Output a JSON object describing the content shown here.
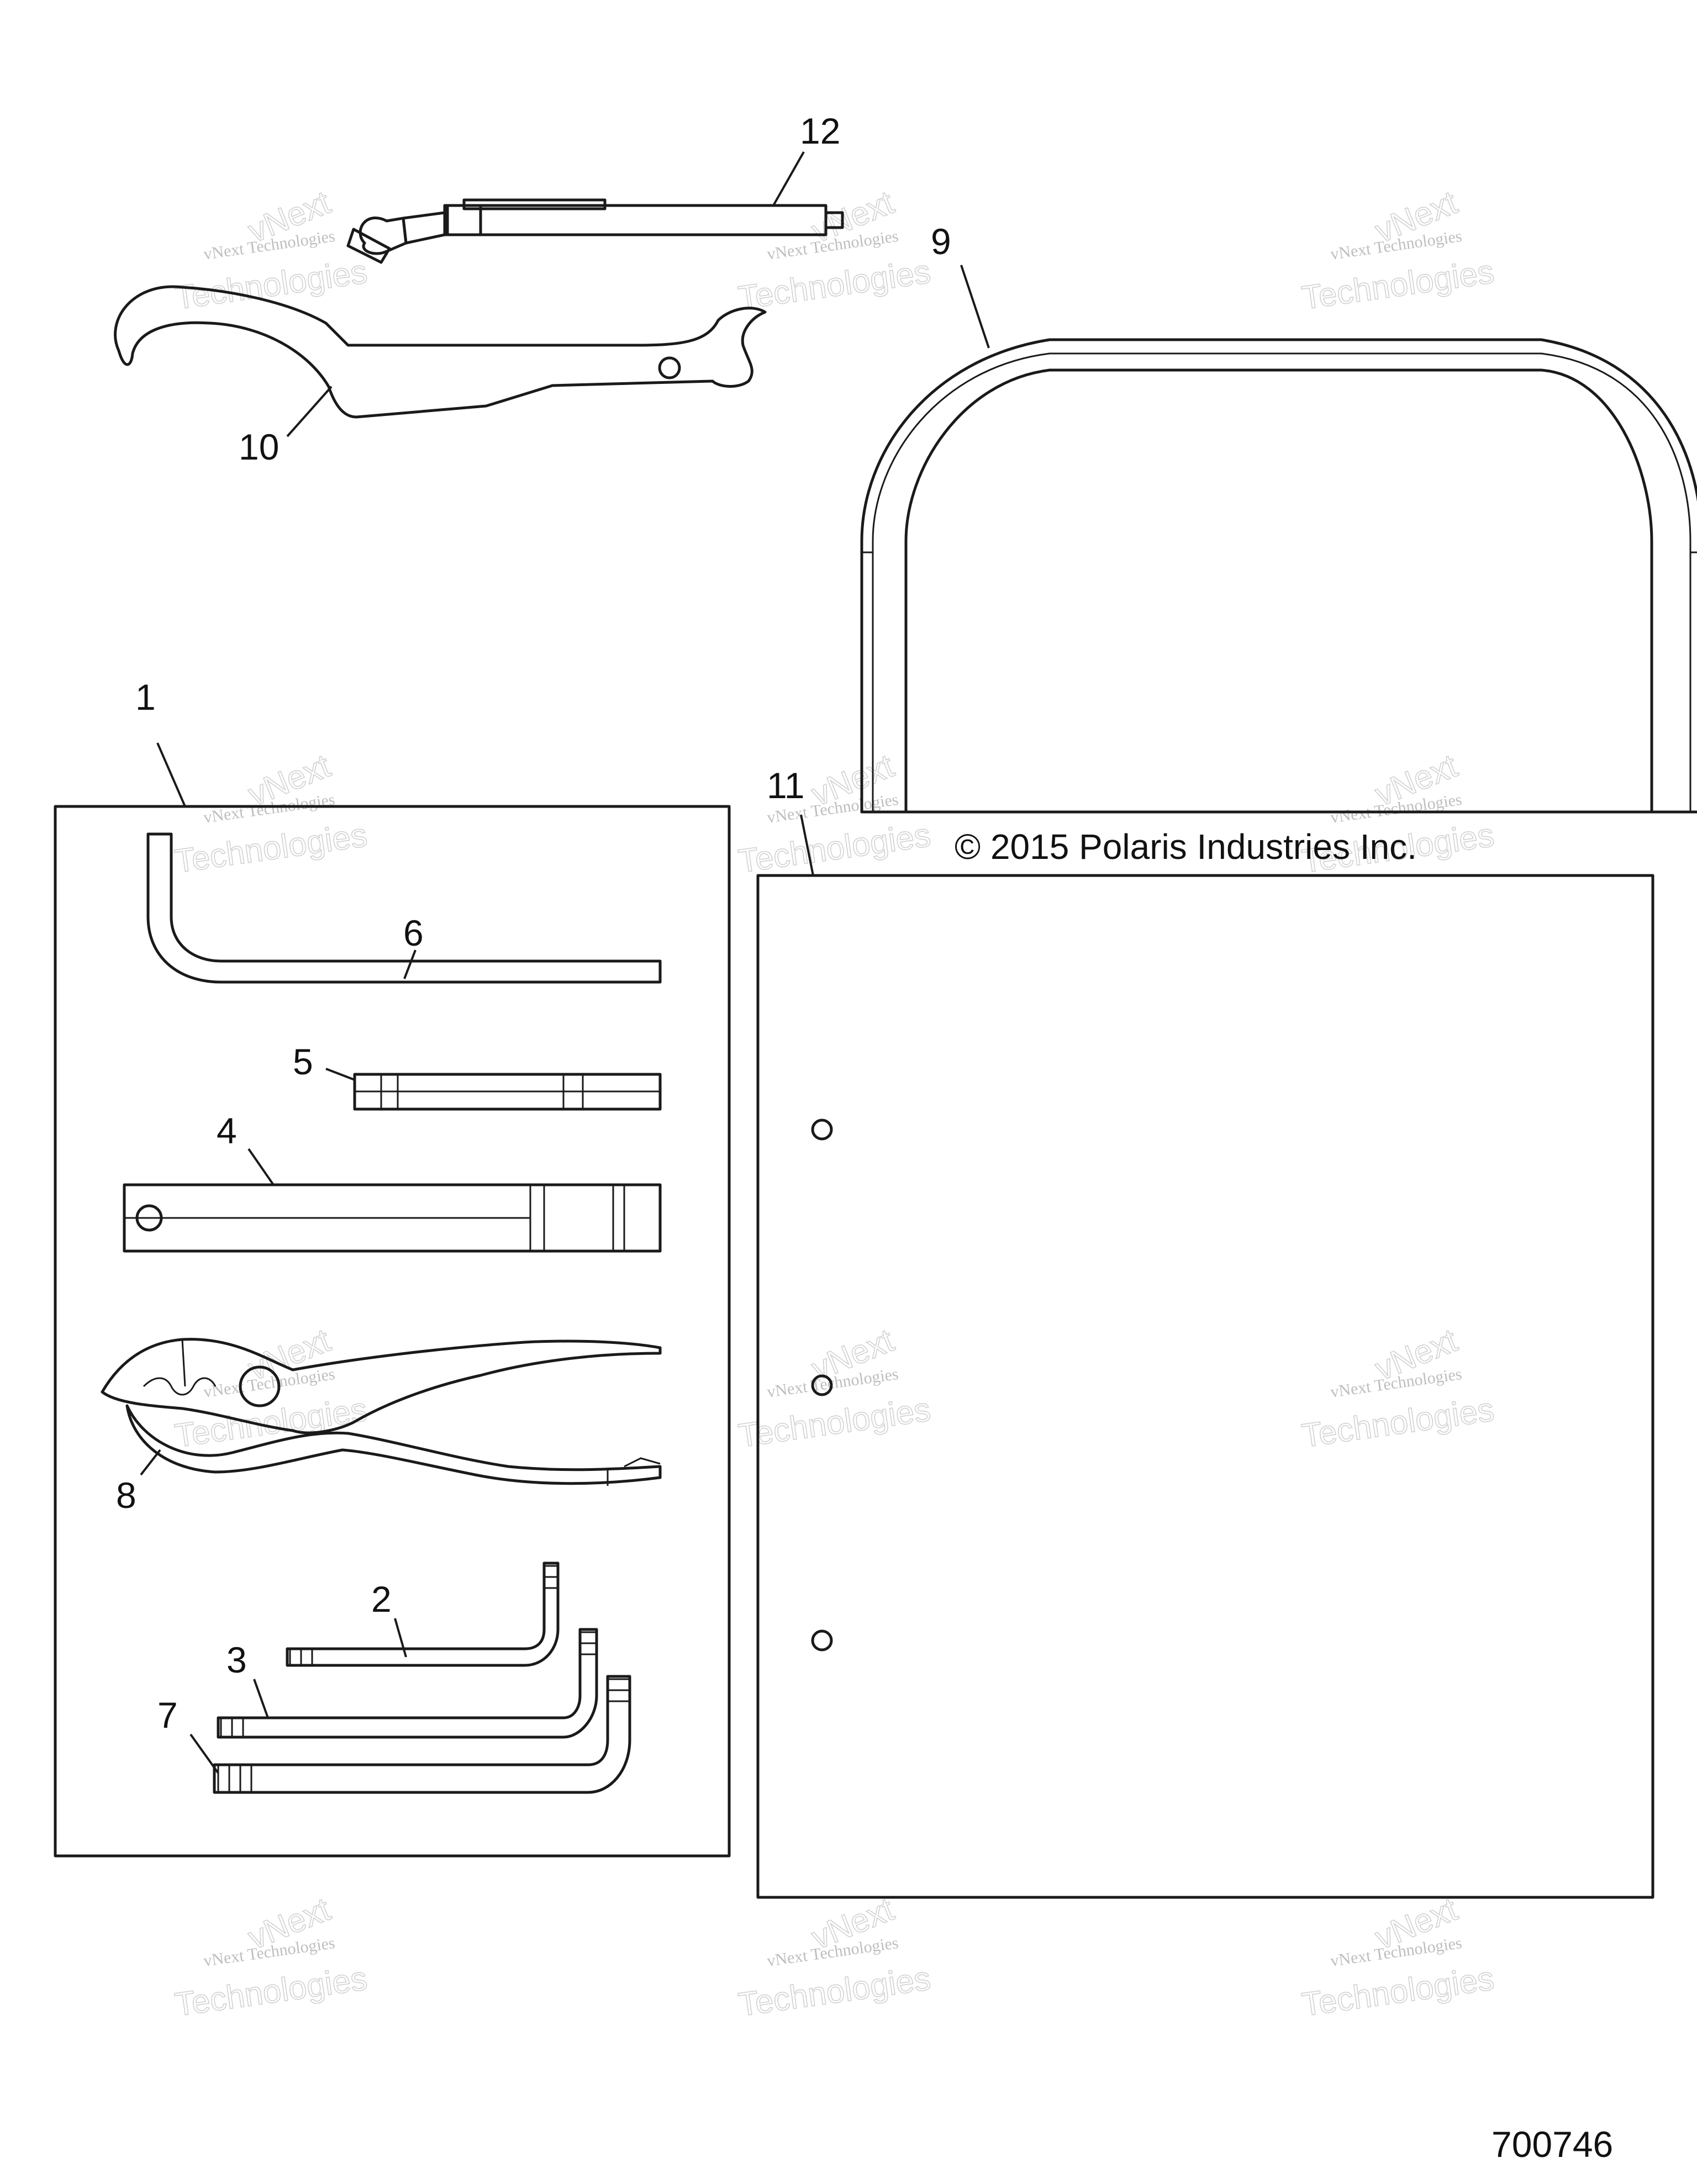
{
  "callouts": {
    "c1": "1",
    "c2": "2",
    "c3": "3",
    "c4": "4",
    "c5": "5",
    "c6": "6",
    "c7": "7",
    "c8": "8",
    "c9": "9",
    "c10": "10",
    "c11": "11",
    "c12": "12"
  },
  "copyright": "© 2015 Polaris Industries Inc.",
  "figure_number": "700746",
  "watermark": {
    "line1": "vNext Technologies",
    "line2": "vNext",
    "line3": "Technologies"
  }
}
